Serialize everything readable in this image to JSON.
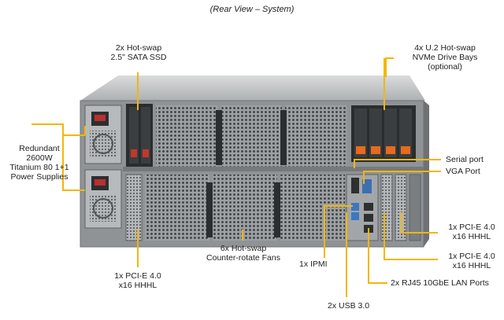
{
  "title": "(Rear View – System)",
  "callouts": {
    "sata_ssd": "2x Hot-swap\n2.5\" SATA SSD",
    "nvme": "4x U.2 Hot-swap\nNVMe Drive Bays\n(optional)",
    "psu": "Redundant\n2600W\nTitanium  80 1+1\nPower Supplies",
    "serial": "Serial port",
    "vga": "VGA Port",
    "pcie_right_top": "1x PCI-E 4.0\nx16 HHHL",
    "pcie_right_bottom": "1x PCI-E 4.0\nx16 HHHL",
    "pcie_left": "1x PCI-E 4.0\nx16 HHHL",
    "fans": "6x Hot-swap\nCounter-rotate  Fans",
    "ipmi": "1x IPMI",
    "lan": "2x RJ45  10GbE LAN Ports",
    "usb": "2x USB 3.0"
  },
  "colors": {
    "callout_line": "#f2b705",
    "chassis": "#8f9396",
    "fan_grille": "#a9acae",
    "nvme_tab": "#e86a1c",
    "ssd_tab": "#c0392b"
  }
}
